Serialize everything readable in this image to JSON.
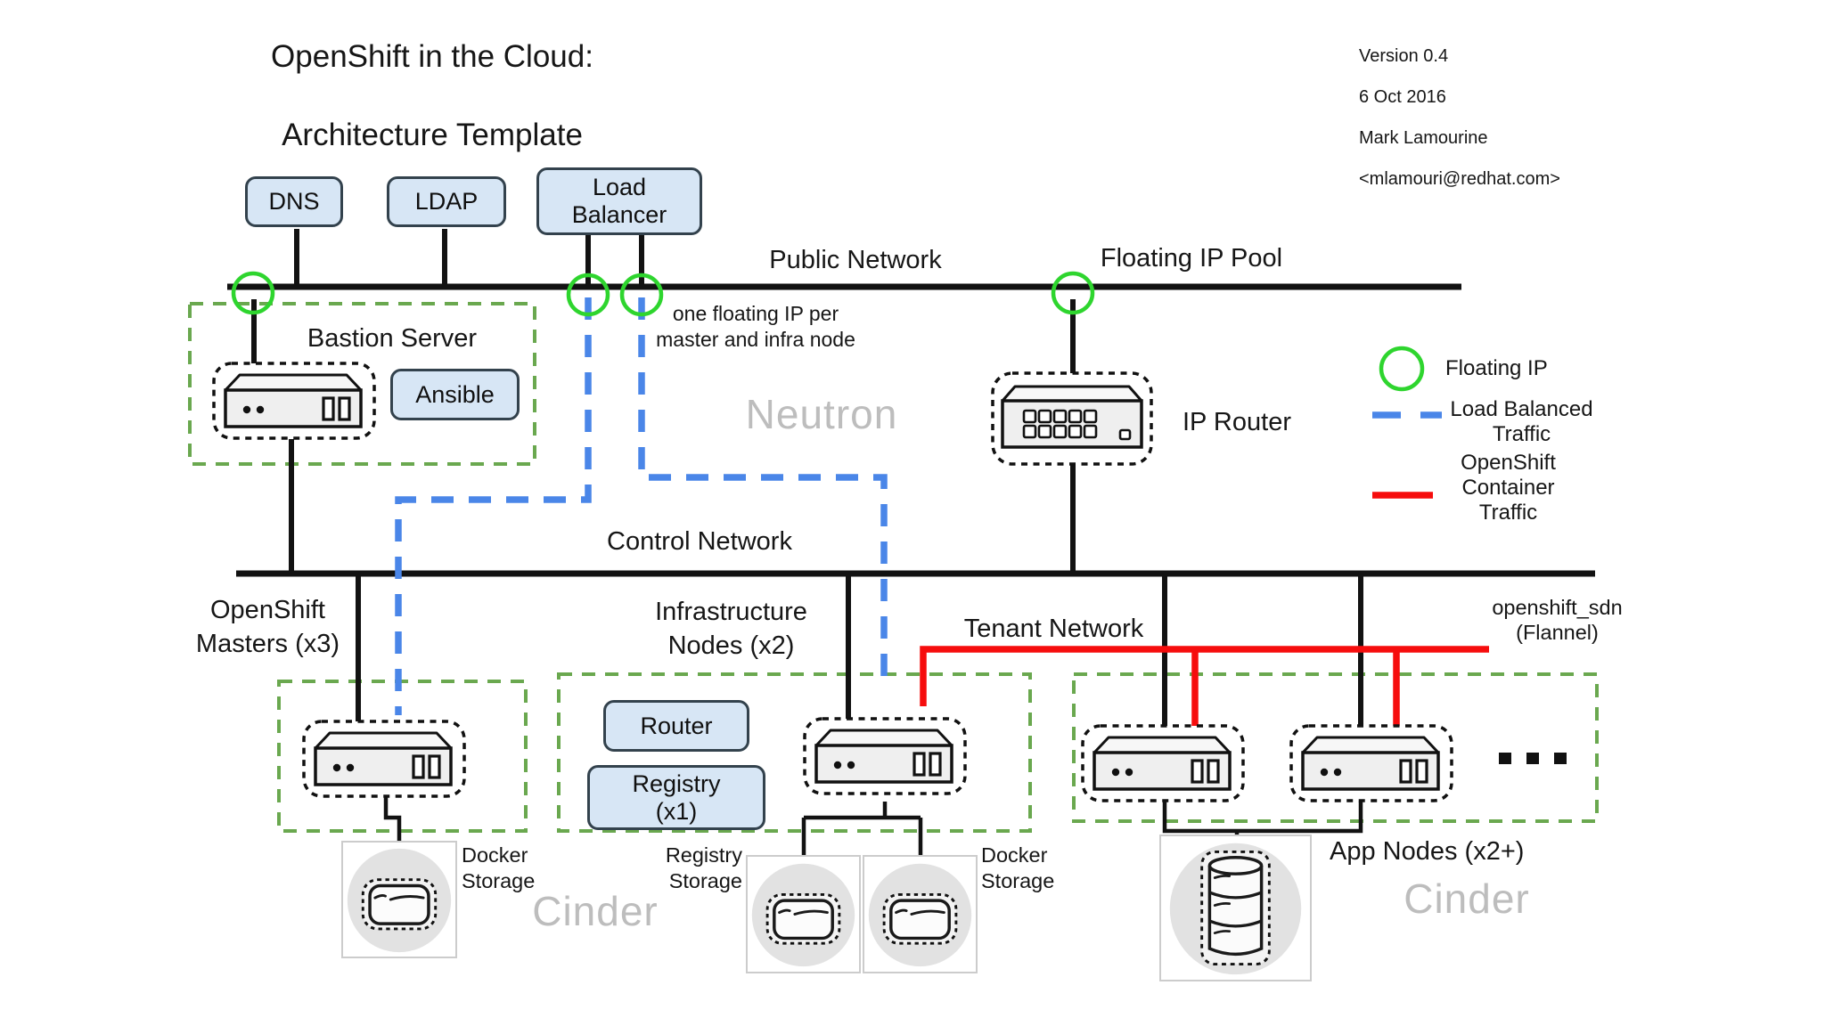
{
  "slide": {
    "title_line1": "OpenShift in the Cloud:",
    "title_line2": "Architecture Template"
  },
  "meta": {
    "version": "Version 0.4",
    "date": "6 Oct 2016",
    "author": "Mark Lamourine",
    "email": "<mlamouri@redhat.com>"
  },
  "boxes": {
    "dns": "DNS",
    "ldap": "LDAP",
    "load_balancer": "Load\nBalancer",
    "ansible": "Ansible",
    "router": "Router",
    "registry": "Registry\n(x1)"
  },
  "networks": {
    "public": "Public Network",
    "floating_pool": "Floating IP Pool",
    "control": "Control Network",
    "tenant": "Tenant Network"
  },
  "zones": {
    "bastion": "Bastion Server",
    "masters": "OpenShift\nMasters (x3)",
    "infra": "Infrastructure\nNodes (x2)",
    "apps": "App Nodes (x2+)"
  },
  "annotations": {
    "floating_ip_note": "one floating IP per\nmaster and infra node",
    "neutron": "Neutron",
    "ip_router": "IP Router",
    "sdn": "openshift_sdn\n(Flannel)",
    "cinder_left": "Cinder",
    "cinder_right": "Cinder"
  },
  "storage": {
    "masters_docker": "Docker\nStorage",
    "registry": "Registry\nStorage",
    "infra_docker": "Docker\nStorage"
  },
  "legend": {
    "floating_ip": "Floating IP",
    "load_balanced": "Load Balanced\nTraffic",
    "container_traffic": "OpenShift\nContainer\nTraffic"
  },
  "colors": {
    "zone_green": "#6aa84f",
    "floating_ip_green": "#2ed52e",
    "load_balanced_blue": "#4a86e8",
    "container_red": "#f60d0d",
    "service_box_fill": "#d7e6f5",
    "gray_watermark": "#c6c6c6"
  }
}
